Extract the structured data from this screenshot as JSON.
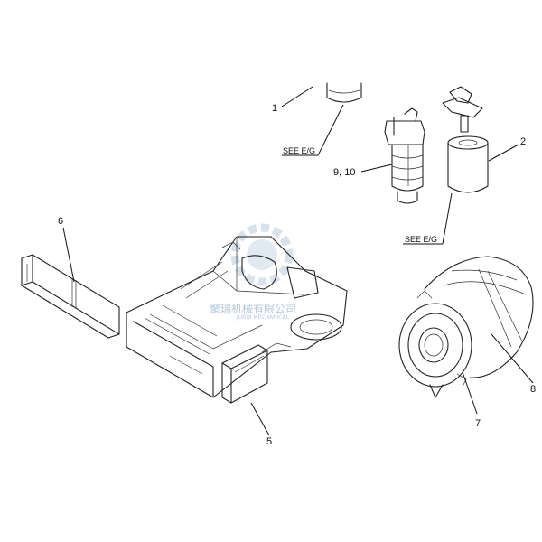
{
  "callouts": {
    "c1": "1",
    "c2": "2",
    "c5": "5",
    "c6": "6",
    "c7": "7",
    "c8": "8",
    "c9_10": "9, 10"
  },
  "notes": {
    "see_eg_top": "SEE E/G",
    "see_eg_bottom": "SEE E/G"
  },
  "watermark": {
    "cn": "聚瑞机械有限公司",
    "en": "JURUI MECHANICAL"
  }
}
